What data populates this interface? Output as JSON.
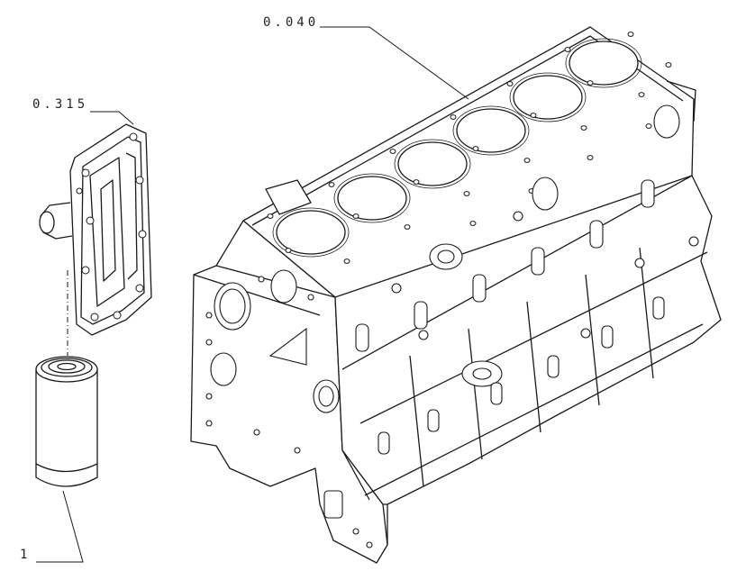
{
  "callouts": {
    "engine_block": "0.040",
    "filter_head": "0.315",
    "oil_filter": "1"
  },
  "colors": {
    "line": "#1a1a1a",
    "watermark": "#d9d9d9",
    "background": "#ffffff"
  }
}
